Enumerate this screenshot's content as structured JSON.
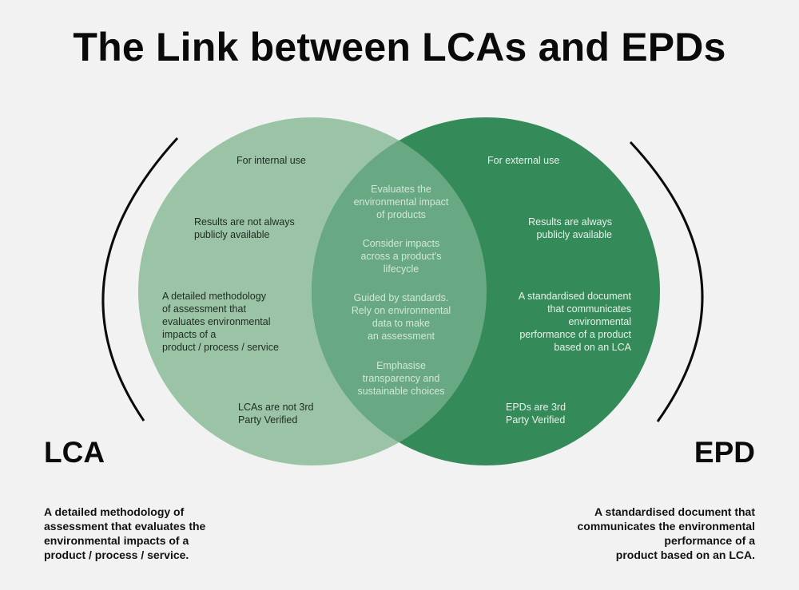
{
  "title": "The Link between LCAs and EPDs",
  "colors": {
    "background": "#f2f2f2",
    "lca_circle": "#9bc4a6",
    "overlap": "#68a882",
    "epd_circle": "#358a5a"
  },
  "lca": {
    "label": "LCA",
    "circle_items": [
      "For internal use",
      "Results are not always\npublicly available",
      "A detailed methodology\nof assessment that\nevaluates environmental\nimpacts of a\nproduct / process / service",
      "LCAs are not 3rd\nParty Verified"
    ],
    "description": "A detailed methodology of\nassessment that evaluates the\nenvironmental impacts of a\nproduct / process / service."
  },
  "shared": {
    "items": [
      "Evaluates the\nenvironmental impact\nof products",
      "Consider impacts\nacross a product's\nlifecycle",
      "Guided by standards.\nRely on environmental\ndata to make\nan assessment",
      "Emphasise\ntransparency and\nsustainable choices"
    ]
  },
  "epd": {
    "label": "EPD",
    "circle_items": [
      "For external use",
      "Results are always\npublicly available",
      "A standardised document\nthat communicates\nenvironmental\nperformance of a product\nbased on an LCA",
      "EPDs are 3rd\nParty Verified"
    ],
    "description": "A standardised document that\ncommunicates the environmental\nperformance of a\nproduct based on an LCA."
  }
}
